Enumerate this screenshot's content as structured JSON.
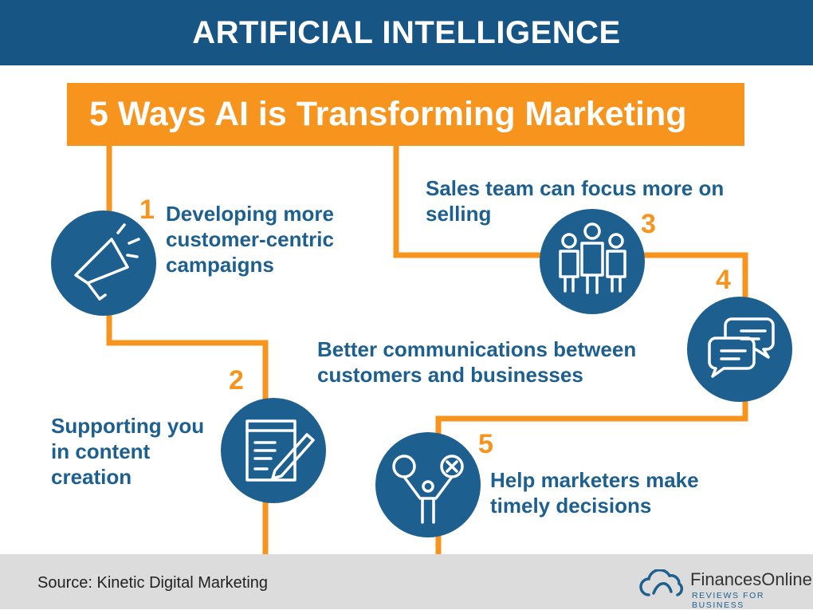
{
  "header": {
    "title": "ARTIFICIAL INTELLIGENCE"
  },
  "banner": {
    "title": "5 Ways AI is Transforming Marketing"
  },
  "ways": [
    {
      "number": "1",
      "text": "Developing more customer-centric campaigns",
      "icon": "megaphone-icon"
    },
    {
      "number": "2",
      "text": "Supporting you in content creation",
      "icon": "document-pencil-icon"
    },
    {
      "number": "3",
      "text": "Sales team can focus more on selling",
      "icon": "team-icon"
    },
    {
      "number": "4",
      "text": "Better communications between customers and businesses",
      "icon": "chat-bubbles-icon"
    },
    {
      "number": "5",
      "text": "Help marketers make timely decisions",
      "icon": "decision-person-icon"
    }
  ],
  "footer": {
    "source": "Source:  Kinetic Digital Marketing",
    "brand": "FinancesOnline",
    "tagline": "REVIEWS FOR BUSINESS"
  },
  "colors": {
    "header": "#175585",
    "accent": "#f7941d",
    "circle": "#1d5f8f",
    "footer": "#dcdcdc"
  }
}
